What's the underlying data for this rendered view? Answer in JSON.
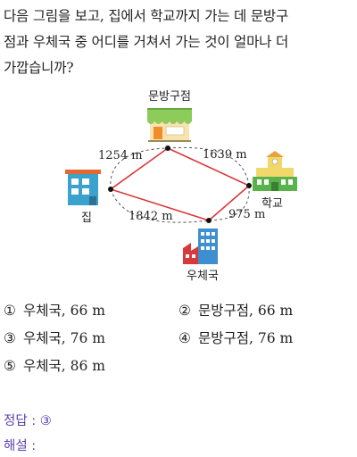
{
  "question": {
    "lines": [
      "다음 그림을 보고, 집에서 학교까지 가는 데 문방구",
      "점과 우체국 중 어디를 거쳐서 가는 것이 얼마나 더",
      "가깝습니까?"
    ]
  },
  "diagram": {
    "labels": {
      "stationery": "문방구점",
      "home": "집",
      "school": "학교",
      "post_office": "우체국"
    },
    "distances": {
      "home_stationery": "1254 m",
      "stationery_school": "1639 m",
      "home_post": "1842 m",
      "post_school": "975 m"
    },
    "colors": {
      "route": "#d9383a",
      "dashed": "#555555"
    }
  },
  "choices": [
    {
      "num": "①",
      "text": "우체국,  66 m"
    },
    {
      "num": "②",
      "text": "문방구점,  66 m"
    },
    {
      "num": "③",
      "text": "우체국,  76 m"
    },
    {
      "num": "④",
      "text": "문방구점,  76 m"
    },
    {
      "num": "⑤",
      "text": "우체국,  86 m"
    }
  ],
  "answer": {
    "label": "정답 : ③"
  },
  "explanation": {
    "label": "해설 :"
  }
}
